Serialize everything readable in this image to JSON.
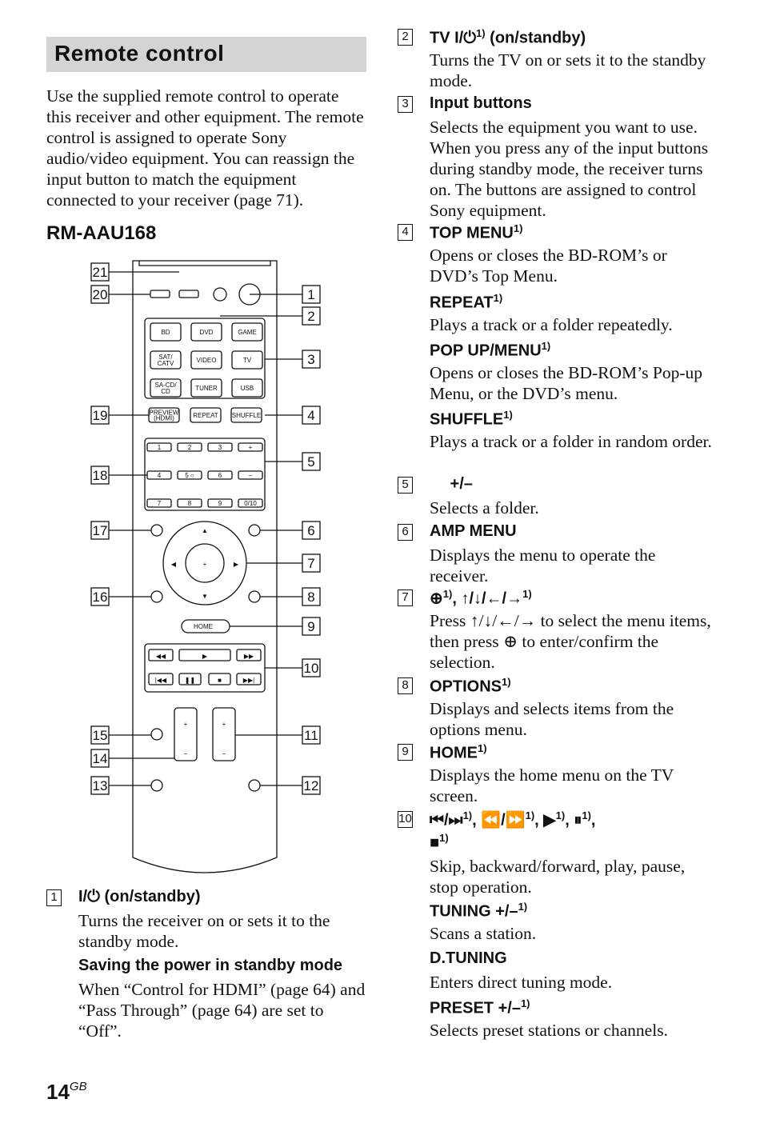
{
  "header": {
    "title": "Remote control"
  },
  "intro": "Use the supplied remote control to operate this receiver and other equipment. The remote control is assigned to operate Sony audio/video equipment. You can reassign the input button to match the equipment connected to your receiver (page 71).",
  "model": "RM-AAU168",
  "remote": {
    "buttons": {
      "bd": "BD",
      "dvd": "DVD",
      "game": "GAME",
      "satcatv": "SAT/\nCATV",
      "video": "VIDEO",
      "tv": "TV",
      "sacd": "SA-CD/\nCD",
      "tuner": "TUNER",
      "usb": "USB",
      "preview": "PREVIEW\n(HDMI)",
      "repeat": "REPEAT",
      "shuffle": "SHUFFLE",
      "home": "HOME",
      "n1": "1",
      "n2": "2",
      "n3": "3",
      "n4": "4",
      "n5": "5 ○",
      "n6": "6",
      "n7": "7",
      "n8": "8",
      "n9": "9",
      "n0": "0/10",
      "plus": "+",
      "minus": "−"
    },
    "callouts": [
      "1",
      "2",
      "3",
      "4",
      "5",
      "6",
      "7",
      "8",
      "9",
      "10",
      "11",
      "12",
      "13",
      "14",
      "15",
      "16",
      "17",
      "18",
      "19",
      "20",
      "21"
    ]
  },
  "items": [
    {
      "n": "1",
      "title": "I/⏻ (on/standby)",
      "sup": "",
      "desc": "Turns the receiver on or sets it to the standby mode."
    },
    {
      "n": "",
      "title": "Saving the power in standby mode",
      "sup": "",
      "desc": "When “Control for HDMI” (page 64) and “Pass Through” (page 64) are set to “Off”."
    },
    {
      "n": "2",
      "title": "TV I/⏻",
      "sup": "1)",
      "title2": " (on/standby)",
      "desc": "Turns the TV on or sets it to the standby mode."
    },
    {
      "n": "3",
      "title": "Input buttons",
      "sup": "",
      "desc": "Selects the equipment you want to use. When you press any of the input buttons during standby mode, the receiver turns on. The buttons are assigned to control Sony equipment."
    },
    {
      "n": "4",
      "title": "TOP MENU",
      "sup": "1)",
      "desc": "Opens or closes the BD-ROM’s or DVD’s Top Menu."
    },
    {
      "n": "",
      "title": "REPEAT",
      "sup": "1)",
      "desc": "Plays a track or a folder repeatedly."
    },
    {
      "n": "",
      "title": "POP UP/MENU",
      "sup": "1)",
      "desc": "Opens or closes the BD-ROM’s Pop-up Menu, or the DVD’s menu."
    },
    {
      "n": "",
      "title": "SHUFFLE",
      "sup": "1)",
      "desc": "Plays a track or a folder in random order."
    },
    {
      "n": "5",
      "title": "  +/–",
      "sup": "",
      "desc": "Selects a folder."
    },
    {
      "n": "6",
      "title": "AMP MENU",
      "sup": "",
      "desc": "Displays the menu to operate the receiver."
    },
    {
      "n": "7",
      "title": "⊕",
      "sup": "1)",
      "title2": ",  ↑/↓/←/→",
      "sup2": "1)",
      "desc": "Press ↑/↓/←/→ to select the menu items, then press ⊕ to enter/confirm the selection."
    },
    {
      "n": "8",
      "title": "OPTIONS",
      "sup": "1)",
      "desc": "Displays and selects items from the options menu."
    },
    {
      "n": "9",
      "title": "HOME",
      "sup": "1)",
      "desc": "Displays the home menu on the TV screen."
    },
    {
      "n": "10",
      "title": "⏮/⏭",
      "sup": "1)",
      "title2": ", ⏪/⏩",
      "sup2": "1)",
      "title3": ", ▶",
      "sup3": "1)",
      "title4": ", ⏸",
      "sup4": "1)",
      "title5": ",",
      "line2": "■",
      "line2sup": "1)",
      "desc": "Skip, backward/forward, play, pause, stop operation."
    },
    {
      "n": "",
      "title": "TUNING +/–",
      "sup": "1)",
      "desc": "Scans a station."
    },
    {
      "n": "",
      "title": "D.TUNING",
      "sup": "",
      "desc": "Enters direct tuning mode."
    },
    {
      "n": "",
      "title": "PRESET +/–",
      "sup": "1)",
      "desc": "Selects preset stations or channels."
    }
  ],
  "footer": {
    "page": "14",
    "suffix": "GB"
  }
}
